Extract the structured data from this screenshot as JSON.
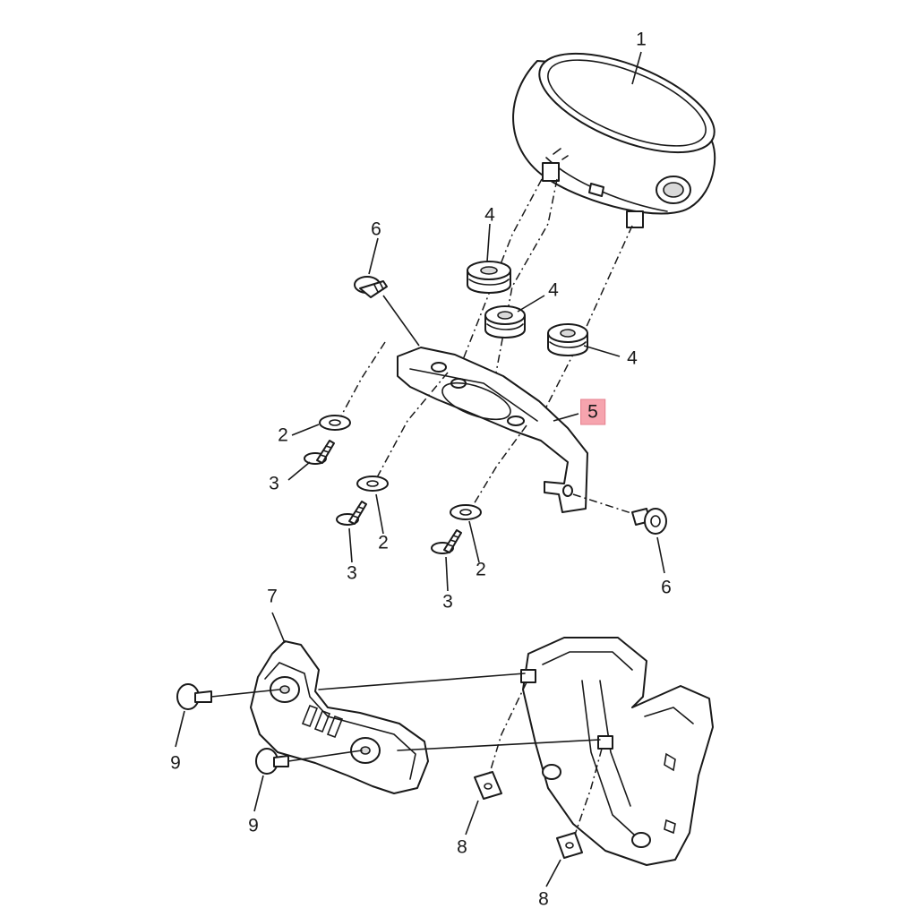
{
  "callouts": [
    {
      "id": "c1",
      "label": "1"
    },
    {
      "id": "c2a",
      "label": "2"
    },
    {
      "id": "c2b",
      "label": "2"
    },
    {
      "id": "c2c",
      "label": "2"
    },
    {
      "id": "c3a",
      "label": "3"
    },
    {
      "id": "c3b",
      "label": "3"
    },
    {
      "id": "c3c",
      "label": "3"
    },
    {
      "id": "c4a",
      "label": "4"
    },
    {
      "id": "c4b",
      "label": "4"
    },
    {
      "id": "c4c",
      "label": "4"
    },
    {
      "id": "c5",
      "label": "5",
      "highlighted": true
    },
    {
      "id": "c6a",
      "label": "6"
    },
    {
      "id": "c6b",
      "label": "6"
    },
    {
      "id": "c7",
      "label": "7"
    },
    {
      "id": "c8a",
      "label": "8"
    },
    {
      "id": "c8b",
      "label": "8"
    },
    {
      "id": "c9a",
      "label": "9"
    },
    {
      "id": "c9b",
      "label": "9"
    }
  ],
  "colors": {
    "highlight": "#f6a4ae",
    "line": "#1a1a1a",
    "background": "#ffffff"
  }
}
